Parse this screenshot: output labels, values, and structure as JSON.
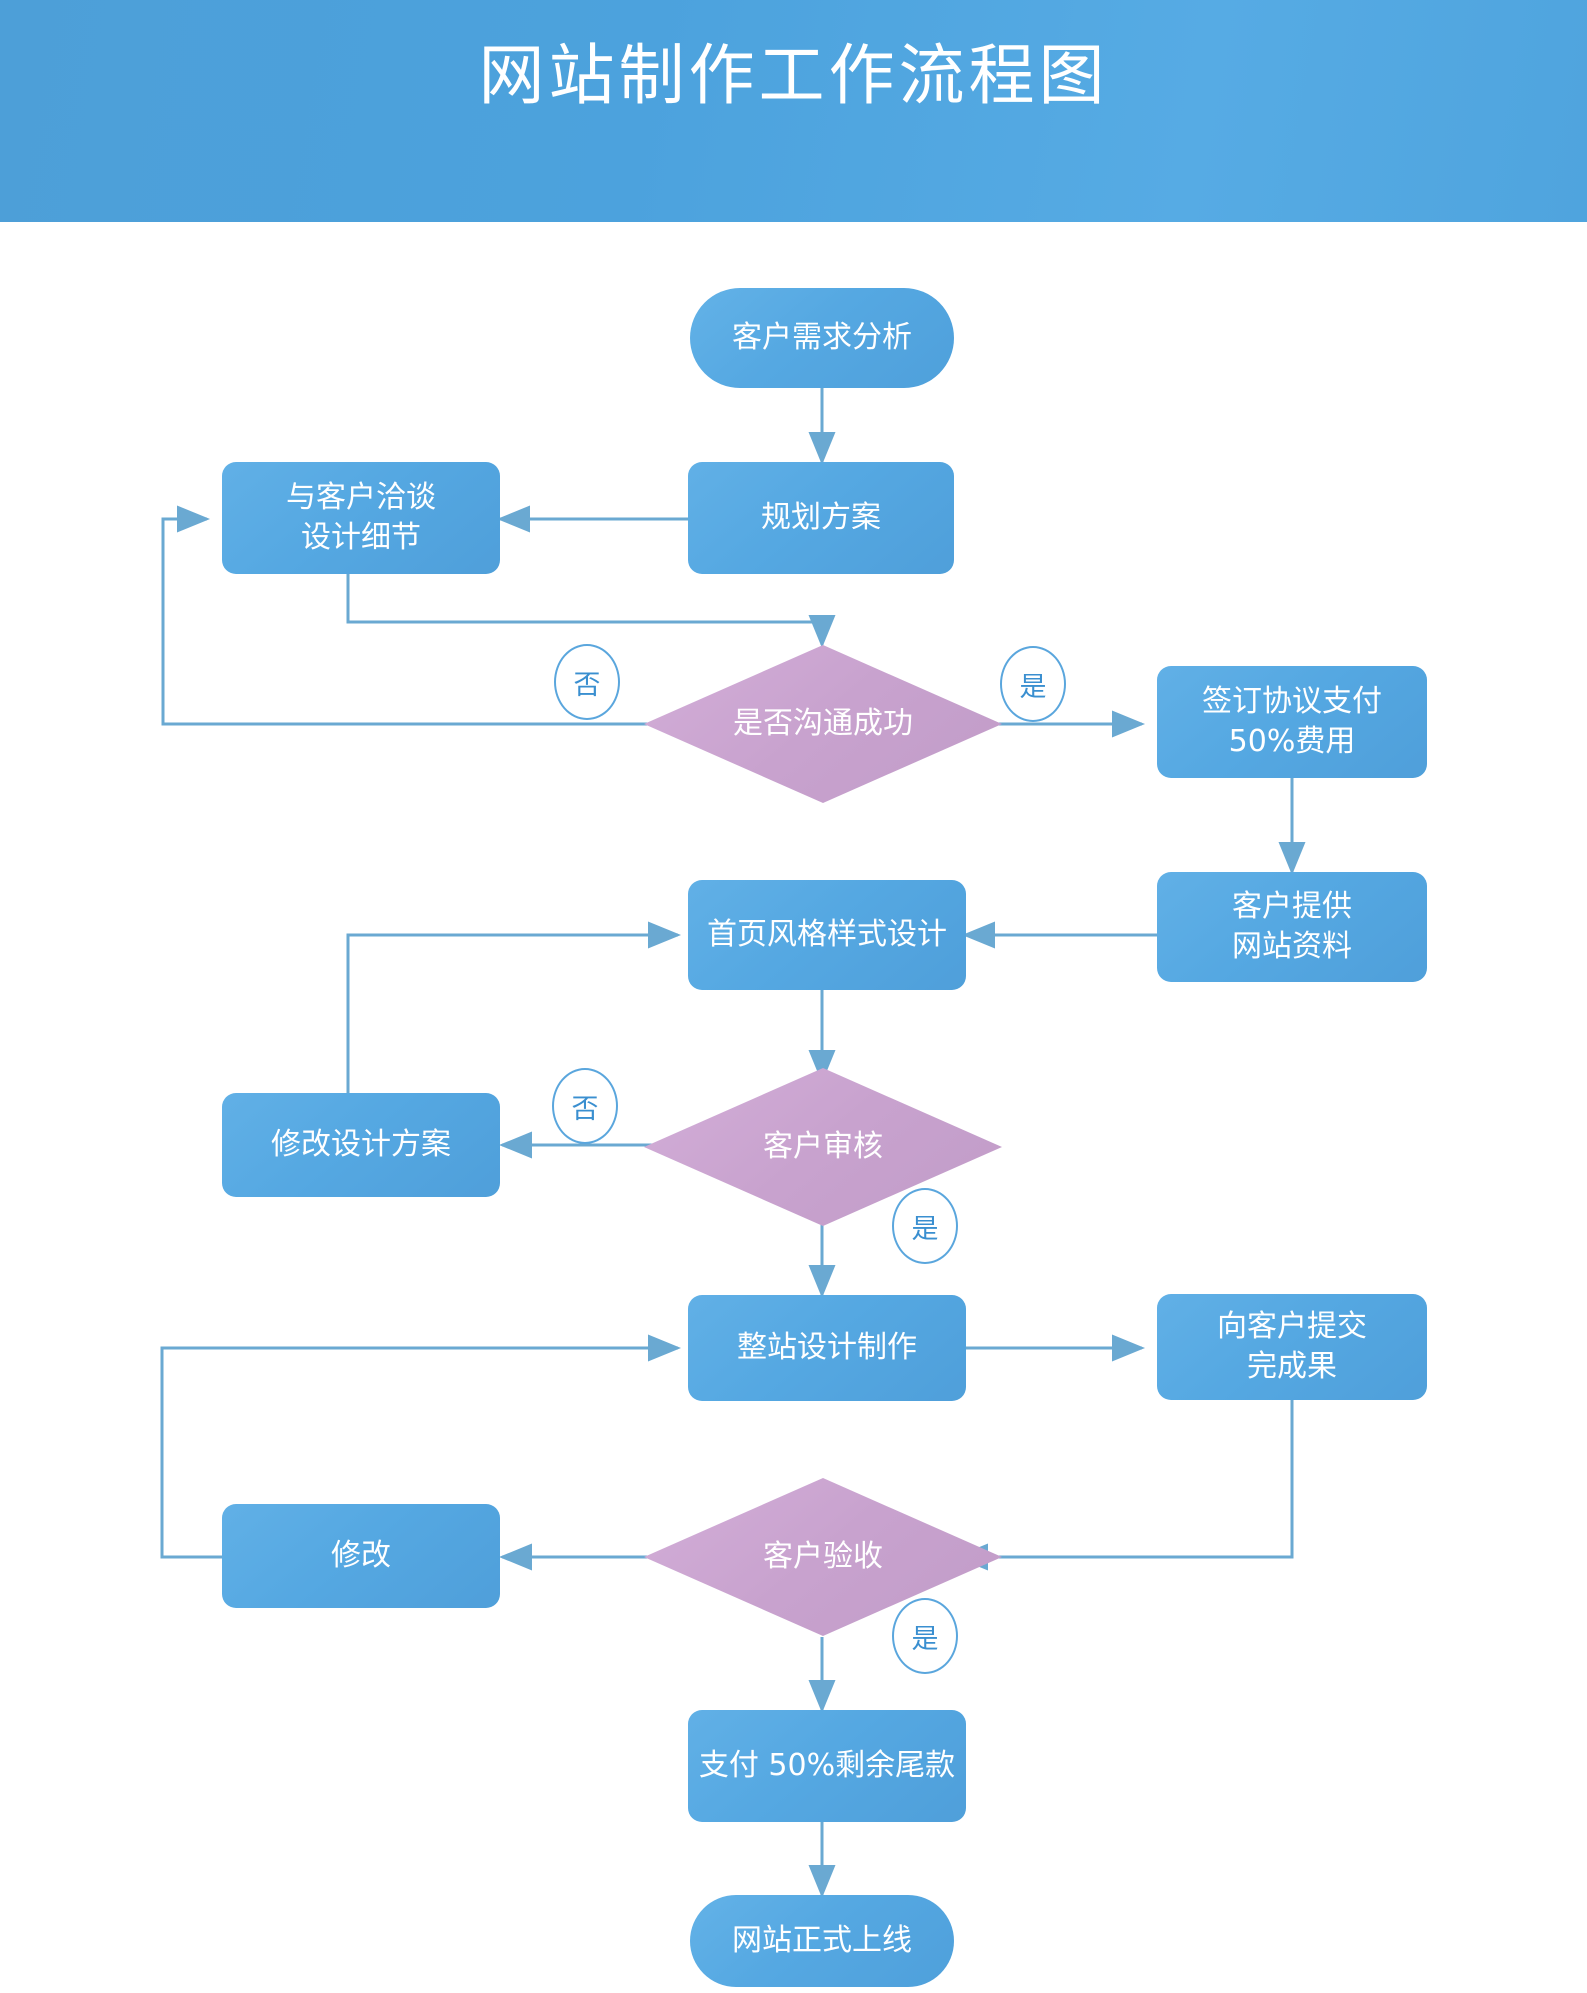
{
  "header": {
    "title": "网站制作工作流程图",
    "background_color": "#4ca2dd",
    "text_color": "#ffffff"
  },
  "theme": {
    "process_fill": "#55a8e2",
    "decision_fill": "#c8a2ce",
    "connector_color": "#5aa6dd",
    "label_text_color": "#3a8fd0",
    "canvas_background": "#ffffff"
  },
  "flowchart": {
    "type": "flowchart",
    "nodes": [
      {
        "id": "start",
        "shape": "pill",
        "label": "客户需求分析"
      },
      {
        "id": "plan",
        "shape": "process",
        "label": "规划方案"
      },
      {
        "id": "negotiate",
        "shape": "process",
        "label": "与客户洽谈\n设计细节"
      },
      {
        "id": "comm_ok",
        "shape": "decision",
        "label": "是否沟通成功"
      },
      {
        "id": "sign_pay",
        "shape": "process",
        "label": "签订协议支付\n50%费用"
      },
      {
        "id": "materials",
        "shape": "process",
        "label": "客户提供\n网站资料"
      },
      {
        "id": "home_design",
        "shape": "process",
        "label": "首页风格样式设计"
      },
      {
        "id": "review",
        "shape": "decision",
        "label": "客户审核"
      },
      {
        "id": "revise_plan",
        "shape": "process",
        "label": "修改设计方案"
      },
      {
        "id": "full_build",
        "shape": "process",
        "label": "整站设计制作"
      },
      {
        "id": "submit",
        "shape": "process",
        "label": "向客户提交\n完成果"
      },
      {
        "id": "accept",
        "shape": "decision",
        "label": "客户验收"
      },
      {
        "id": "revise",
        "shape": "process",
        "label": "修改"
      },
      {
        "id": "final_pay",
        "shape": "process",
        "label": "支付 50%剩余尾款"
      },
      {
        "id": "go_live",
        "shape": "pill",
        "label": "网站正式上线"
      }
    ],
    "edge_labels": [
      {
        "id": "comm_no",
        "text": "否"
      },
      {
        "id": "comm_yes",
        "text": "是"
      },
      {
        "id": "rev_no",
        "text": "否"
      },
      {
        "id": "rev_yes",
        "text": "是"
      },
      {
        "id": "acc_yes",
        "text": "是"
      }
    ],
    "edges": [
      {
        "from": "start",
        "to": "plan",
        "label": ""
      },
      {
        "from": "plan",
        "to": "negotiate",
        "label": ""
      },
      {
        "from": "negotiate",
        "to": "comm_ok",
        "label": ""
      },
      {
        "from": "comm_ok",
        "to": "negotiate",
        "label": "否"
      },
      {
        "from": "comm_ok",
        "to": "sign_pay",
        "label": "是"
      },
      {
        "from": "sign_pay",
        "to": "materials",
        "label": ""
      },
      {
        "from": "materials",
        "to": "home_design",
        "label": ""
      },
      {
        "from": "home_design",
        "to": "review",
        "label": ""
      },
      {
        "from": "review",
        "to": "revise_plan",
        "label": "否"
      },
      {
        "from": "revise_plan",
        "to": "home_design",
        "label": ""
      },
      {
        "from": "review",
        "to": "full_build",
        "label": "是"
      },
      {
        "from": "full_build",
        "to": "submit",
        "label": ""
      },
      {
        "from": "submit",
        "to": "accept",
        "label": ""
      },
      {
        "from": "accept",
        "to": "revise",
        "label": ""
      },
      {
        "from": "revise",
        "to": "full_build",
        "label": ""
      },
      {
        "from": "accept",
        "to": "final_pay",
        "label": "是"
      },
      {
        "from": "final_pay",
        "to": "go_live",
        "label": ""
      }
    ]
  }
}
